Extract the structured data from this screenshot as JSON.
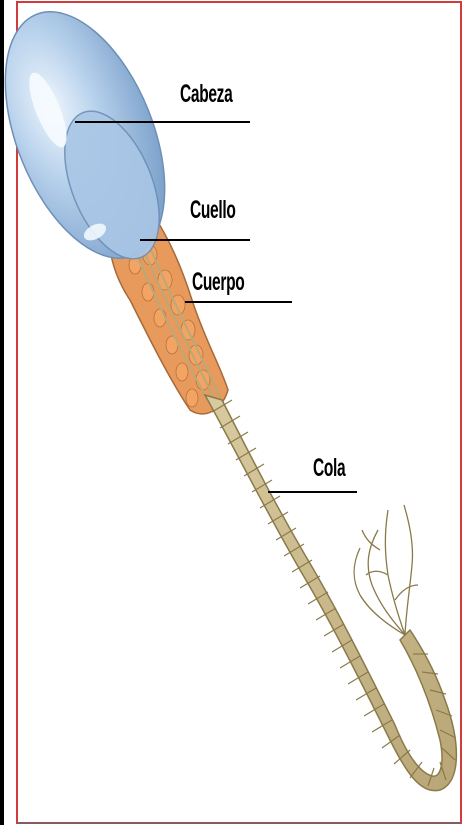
{
  "diagram": {
    "labels": {
      "head": "Cabeza",
      "neck": "Cuello",
      "body": "Cuerpo",
      "tail": "Cola"
    },
    "colors": {
      "head_fill": "#9dbfe2",
      "head_edge": "#6e8fb6",
      "midpiece_fill": "#e89a5c",
      "midpiece_dots": "#f0a060",
      "tail_fill": "#c8b88a",
      "tail_stroke": "#8a7a4a",
      "border_red": "#d23b3b",
      "left_bar": "#000000"
    }
  }
}
